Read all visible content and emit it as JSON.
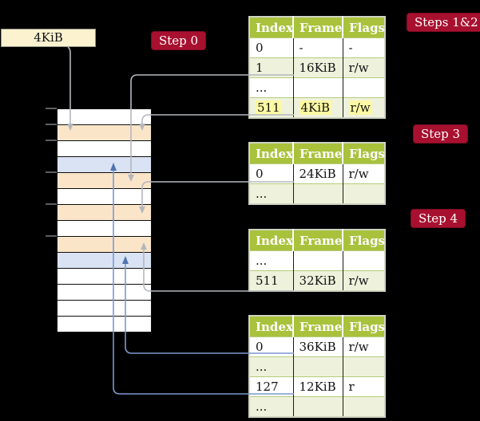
{
  "colors": {
    "bg": "#000000",
    "badge-red": "#a8102f",
    "header-green": "#a9c23c",
    "row-green": "#eef2dc",
    "frame-peach": "#fbe5c9",
    "frame-blue": "#d9e3f3",
    "label-cream": "#fcf2d0",
    "highlight-yellow": "#fdf9a3",
    "line-gray": "#b4b7bd",
    "line-blue": "#7b99cf",
    "arrow-blue": "#4f75b2"
  },
  "physical_memory": {
    "page_size_label": "4KiB",
    "rows": [
      "white",
      "peach",
      "white",
      "blue",
      "peach",
      "white",
      "peach",
      "white",
      "peach",
      "blue",
      "white",
      "white",
      "white",
      "white"
    ]
  },
  "badges": [
    {
      "label": "Step 0"
    },
    {
      "label": "Steps 1&2"
    },
    {
      "label": "Step 3"
    },
    {
      "label": "Step 4"
    }
  ],
  "page_tables": [
    {
      "columns": [
        "Index",
        "Frame",
        "Flags"
      ],
      "rows": [
        {
          "index": "0",
          "frame": "-",
          "flags": "-"
        },
        {
          "index": "1",
          "frame": "16KiB",
          "flags": "r/w"
        },
        {
          "index": "...",
          "frame": "",
          "flags": ""
        },
        {
          "index": "511",
          "frame": "4KiB",
          "flags": "r/w",
          "highlighted": true
        }
      ]
    },
    {
      "columns": [
        "Index",
        "Frame",
        "Flags"
      ],
      "rows": [
        {
          "index": "0",
          "frame": "24KiB",
          "flags": "r/w"
        },
        {
          "index": "...",
          "frame": "",
          "flags": ""
        }
      ]
    },
    {
      "columns": [
        "Index",
        "Frame",
        "Flags"
      ],
      "rows": [
        {
          "index": "...",
          "frame": "",
          "flags": ""
        },
        {
          "index": "511",
          "frame": "32KiB",
          "flags": "r/w"
        }
      ]
    },
    {
      "columns": [
        "Index",
        "Frame",
        "Flags"
      ],
      "rows": [
        {
          "index": "0",
          "frame": "36KiB",
          "flags": "r/w"
        },
        {
          "index": "...",
          "frame": "",
          "flags": ""
        },
        {
          "index": "127",
          "frame": "12KiB",
          "flags": "r"
        },
        {
          "index": "...",
          "frame": "",
          "flags": ""
        }
      ]
    }
  ]
}
